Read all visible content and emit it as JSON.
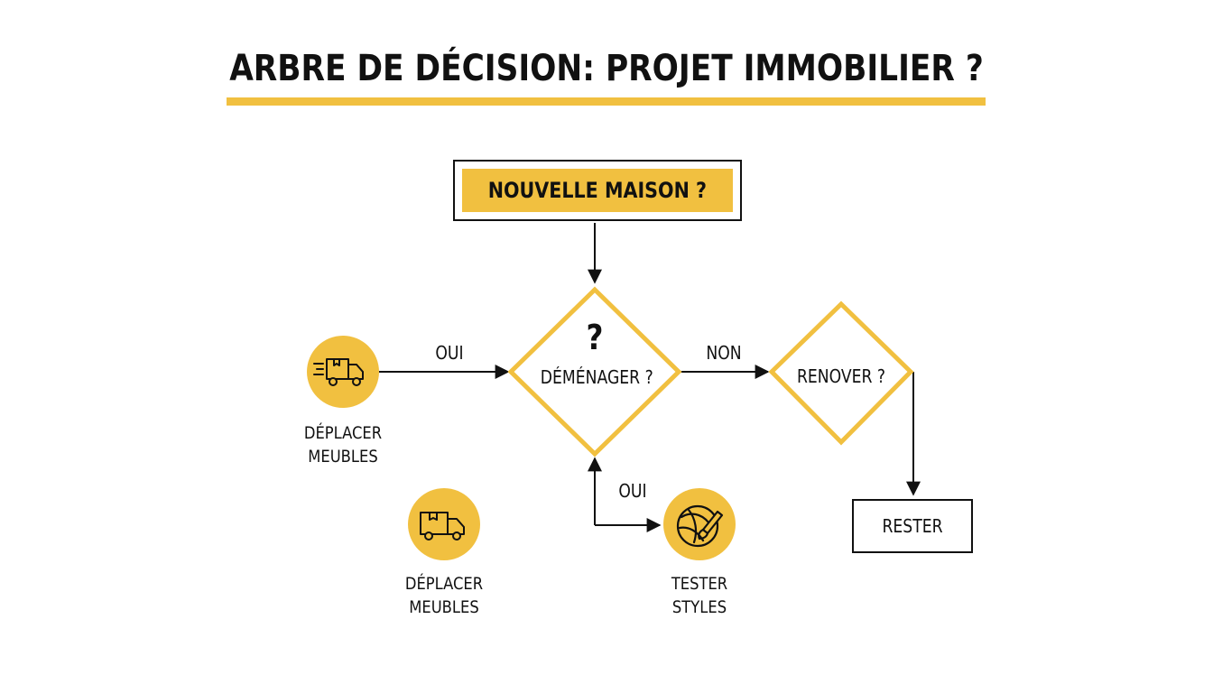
{
  "title": "ARBRE DE DÉCISION: PROJET IMMOBILIER ?",
  "colors": {
    "accent": "#f1c040",
    "ink": "#111111",
    "background": "#ffffff"
  },
  "nodes": {
    "start": {
      "label": "NOUVELLE MAISON ?"
    },
    "demenager": {
      "label": "DÉMÉNAGER ?",
      "mark": "?"
    },
    "renover": {
      "label": "RENOVER ?"
    },
    "rester": {
      "label": "RESTER"
    },
    "deplacer_meubles_1": {
      "label_line1": "DÉPLACER",
      "label_line2": "MEUBLES",
      "icon": "moving-truck-icon"
    },
    "deplacer_meubles_2": {
      "label_line1": "DÉPLACER",
      "label_line2": "MEUBLES",
      "icon": "delivery-truck-icon"
    },
    "tester_styles": {
      "label_line1": "TESTER",
      "label_line2": "STYLES",
      "icon": "paint-brush-icon"
    }
  },
  "edges": {
    "oui_left": "OUI",
    "non_right": "NON",
    "oui_bottom": "OUI"
  }
}
